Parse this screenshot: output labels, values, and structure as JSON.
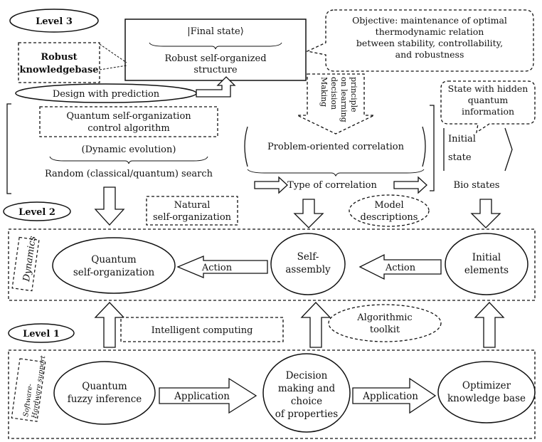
{
  "levels": {
    "level3": "Level 3",
    "level2": "Level 2",
    "level1": "Level 1"
  },
  "top": {
    "final_state": "|Final state⟩",
    "structure_line1": "Robust self-organized",
    "structure_line2": "structure",
    "objective_line1": "Objective: maintenance of optimal",
    "objective_line2": "thermodynamic relation",
    "objective_line3": "between stability, controllability,",
    "objective_line4": "and robustness",
    "robust_line1": "Robust",
    "robust_line2": "knowledgebase",
    "design": "Design with prediction",
    "making_line1": "Making",
    "making_line2": "decision",
    "making_line3": "on learning",
    "making_line4": "principle",
    "hidden_line1": "State with hidden",
    "hidden_line2": "quantum",
    "hidden_line3": "information",
    "qsca_line1": "Quantum self-organization",
    "qsca_line2": "control algorithm",
    "dynamic_evolution": "(Dynamic evolution)",
    "random_search": "Random (classical/quantum) search",
    "problem_correlation": "Problem-oriented correlation",
    "initial_line1": "Initial",
    "initial_line2": "state",
    "type_of_correlation": "Type of correlation",
    "bio_states": "Bio states",
    "natural_line1": "Natural",
    "natural_line2": "self-organization",
    "model_line1": "Model",
    "model_line2": "descriptions"
  },
  "dynamics": {
    "label": "Dynamics",
    "qso_line1": "Quantum",
    "qso_line2": "self-organization",
    "self_line1": "Self-",
    "self_line2": "assembly",
    "init_line1": "Initial",
    "init_line2": "elements",
    "action_left": "Action",
    "action_right": "Action"
  },
  "middle": {
    "intelligent_computing": "Intelligent computing",
    "toolkit_line1": "Algorithmic",
    "toolkit_line2": "toolkit"
  },
  "bottom": {
    "support_line1": "Software-",
    "support_line2": "Hardware support",
    "qfi_line1": "Quantum",
    "qfi_line2": "fuzzy inference",
    "application_left": "Application",
    "dm_line1": "Decision",
    "dm_line2": "making and",
    "dm_line3": "choice",
    "dm_line4": "of properties",
    "application_right": "Application",
    "opt_line1": "Optimizer",
    "opt_line2": "knowledge base"
  }
}
